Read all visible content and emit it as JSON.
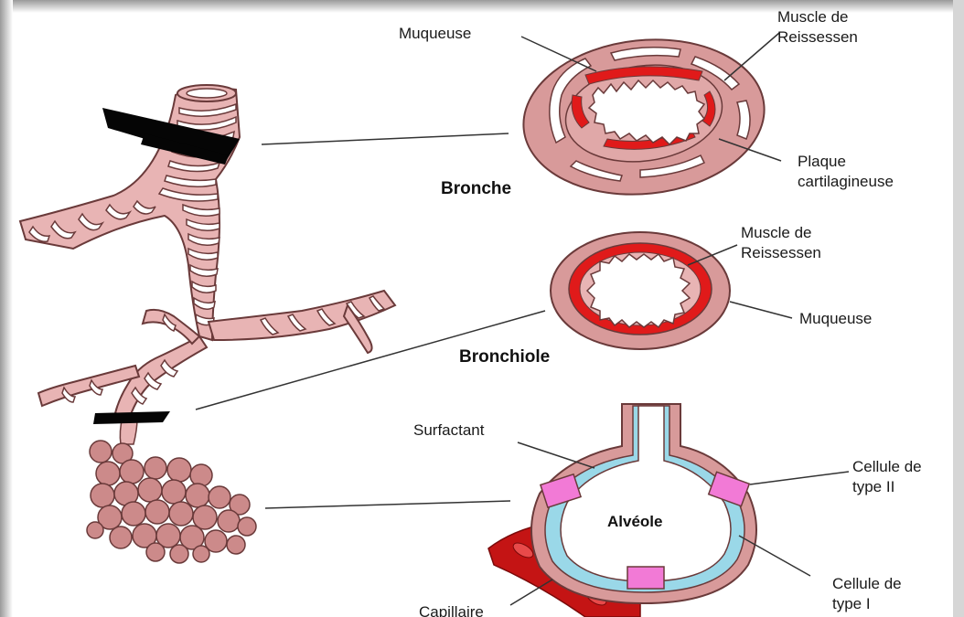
{
  "colors": {
    "tissue": "#d89a9a",
    "tissue_dark": "#8a4a4a",
    "muscle": "#e01a1a",
    "cartilage": "#ffffff",
    "surfactant": "#9ad8e8",
    "cell_type2": "#f27ad6",
    "capillary": "#c41414",
    "capillary_light": "#e84a4a"
  },
  "bronche": {
    "title": "Bronche",
    "muqueuse_label": "Muqueuse",
    "muscle_label_line1": "Muscle de",
    "muscle_label_line2": "Reissessen",
    "plaque_label_line1": "Plaque",
    "plaque_label_line2": "cartilagineuse"
  },
  "bronchiole": {
    "title": "Bronchiole",
    "muscle_label_line1": "Muscle de",
    "muscle_label_line2": "Reissessen",
    "muqueuse_label": "Muqueuse"
  },
  "alveole": {
    "title": "Alvéole",
    "surfactant_label": "Surfactant",
    "type2_label_line1": "Cellule de",
    "type2_label_line2": "type II",
    "type1_label_line1": "Cellule de",
    "type1_label_line2": "type I",
    "capillaire_label": "Capillaire"
  }
}
